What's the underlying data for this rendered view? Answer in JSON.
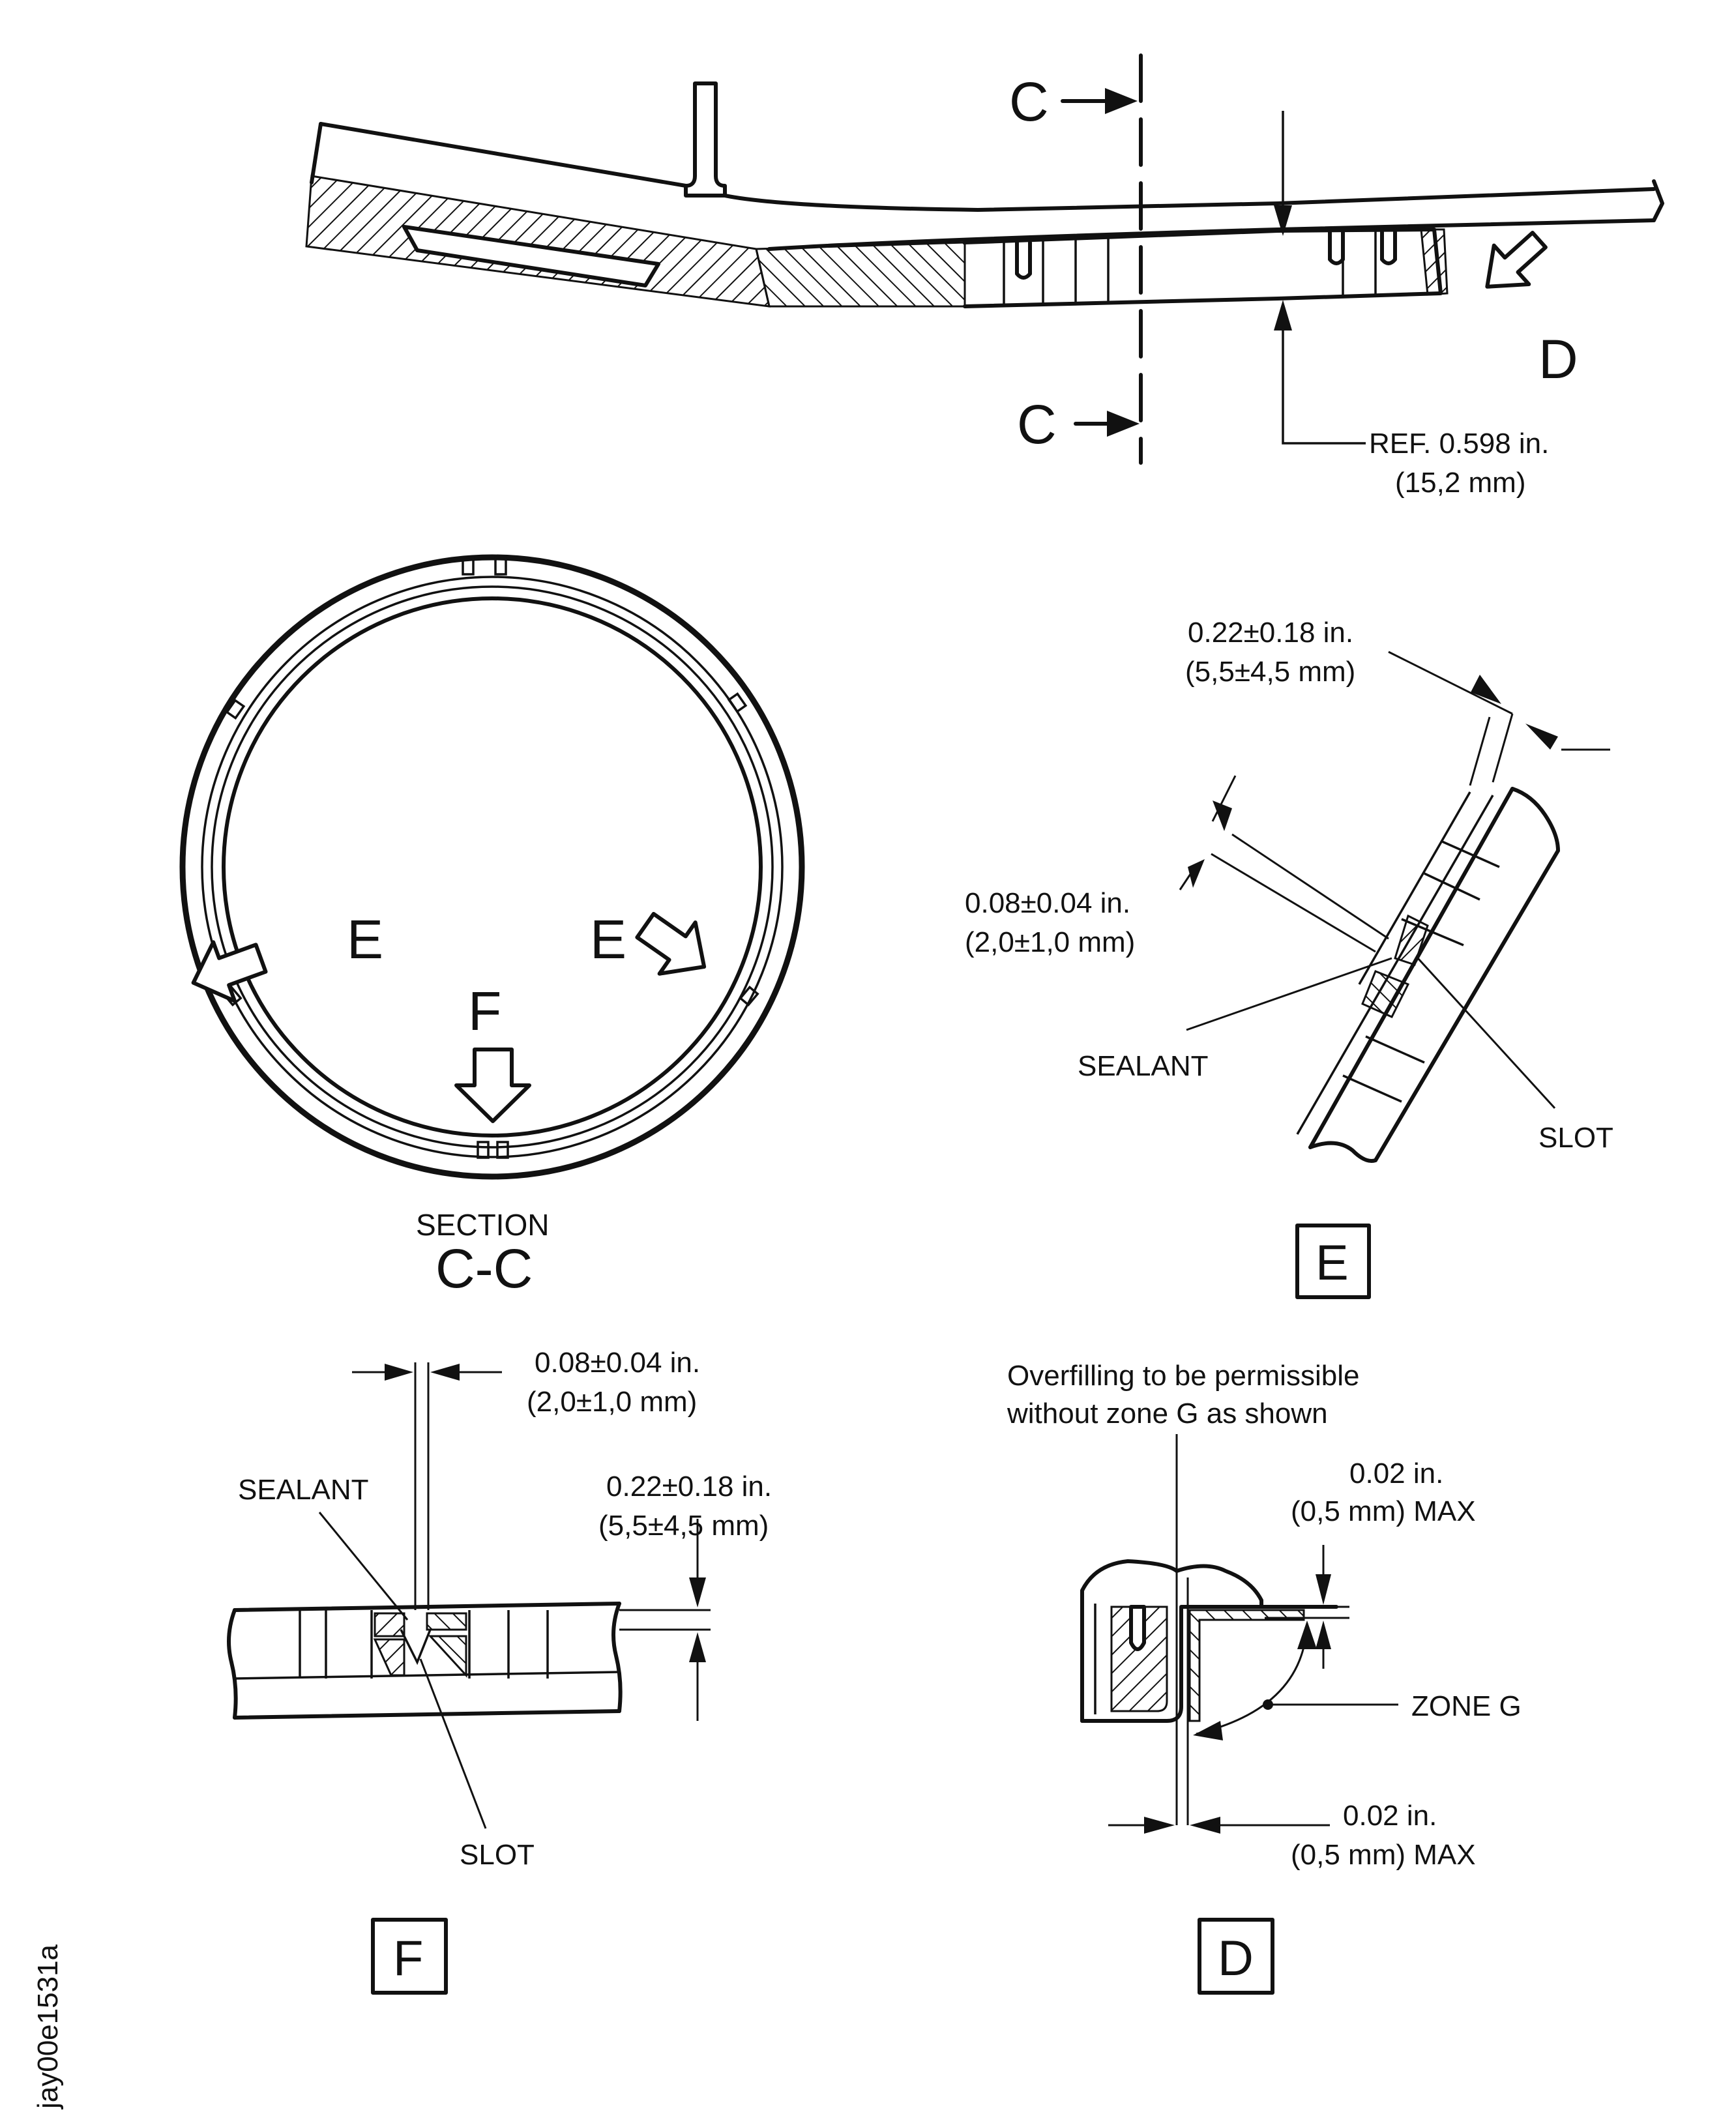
{
  "section_markers": {
    "top": "C",
    "bottom": "C"
  },
  "view_arrows": {
    "d": "D",
    "e_left": "E",
    "e_right": "E",
    "f": "F"
  },
  "main_view": {
    "ref_dim_in": "REF. 0.598 in.",
    "ref_dim_mm": "(15,2 mm)"
  },
  "section_cc": {
    "caption": "SECTION",
    "name": "C-C"
  },
  "detail_e": {
    "dim1_in": "0.22±0.18 in.",
    "dim1_mm": "(5,5±4,5 mm)",
    "dim2_in": "0.08±0.04 in.",
    "dim2_mm": "(2,0±1,0 mm)",
    "sealant": "SEALANT",
    "slot": "SLOT",
    "title": "E"
  },
  "detail_f": {
    "dim1_in": "0.08±0.04 in.",
    "dim1_mm": "(2,0±1,0 mm)",
    "dim2_in": "0.22±0.18 in.",
    "dim2_mm": "(5,5±4,5 mm)",
    "sealant": "SEALANT",
    "slot": "SLOT",
    "title": "F"
  },
  "detail_d": {
    "note_line1": "Overfilling to be permissible",
    "note_line2": "without zone G as shown",
    "dim_top_in": "0.02 in.",
    "dim_top_mm": "(0,5 mm) MAX",
    "zone": "ZONE  G",
    "dim_bot_in": "0.02 in.",
    "dim_bot_mm": "(0,5 mm) MAX",
    "title": "D"
  },
  "figure_id": "jay00e1531a",
  "colors": {
    "ink": "#111111",
    "paper": "#ffffff"
  }
}
